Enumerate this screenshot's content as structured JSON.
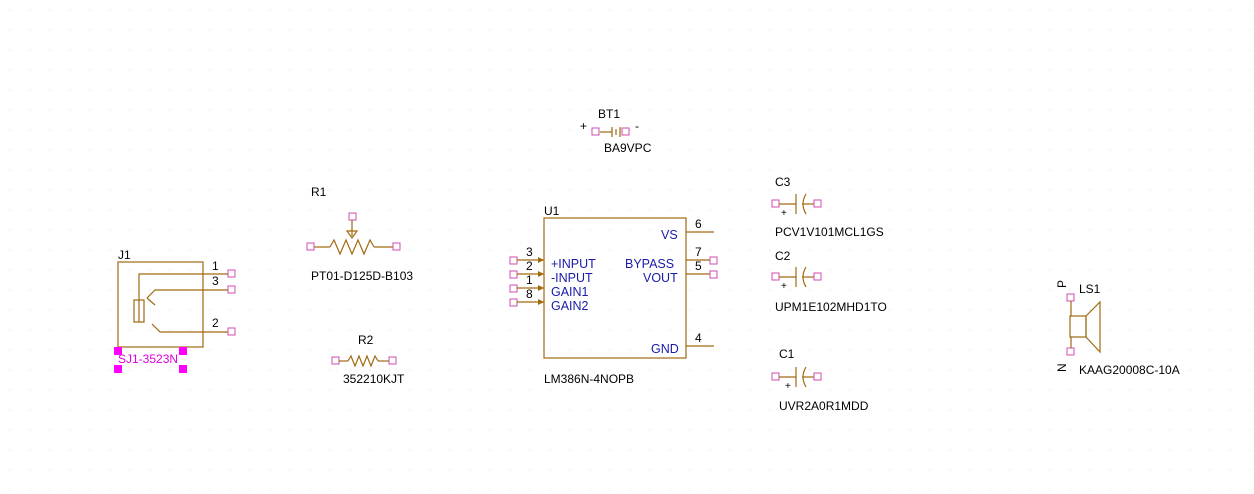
{
  "colors": {
    "symbol": "#a06a10",
    "pin_box": "#d04bb0",
    "pin_label": "#1a1aa8",
    "selection": "#ff00ff",
    "text": "#000000",
    "background": "#ffffff"
  },
  "components": {
    "bt1": {
      "ref": "BT1",
      "value": "BA9VPC",
      "plus": "+",
      "minus": "-"
    },
    "r1": {
      "ref": "R1",
      "value": "PT01-D125D-B103"
    },
    "r2": {
      "ref": "R2",
      "value": "352210KJT"
    },
    "j1": {
      "ref": "J1",
      "value": "SJ1-3523N",
      "pins": [
        "1",
        "3",
        "2"
      ]
    },
    "u1": {
      "ref": "U1",
      "value": "LM386N-4NOPB",
      "left_pins": [
        {
          "num": "3",
          "name": "+INPUT"
        },
        {
          "num": "2",
          "name": "-INPUT"
        },
        {
          "num": "1",
          "name": "GAIN1"
        },
        {
          "num": "8",
          "name": "GAIN2"
        }
      ],
      "right_pins": [
        {
          "num": "6",
          "name": "VS"
        },
        {
          "num": "7",
          "name": "BYPASS"
        },
        {
          "num": "5",
          "name": "VOUT"
        },
        {
          "num": "4",
          "name": "GND"
        }
      ]
    },
    "c3": {
      "ref": "C3",
      "value": "PCV1V101MCL1GS",
      "plus": "+"
    },
    "c2": {
      "ref": "C2",
      "value": "UPM1E102MHD1TO",
      "plus": "+"
    },
    "c1": {
      "ref": "C1",
      "value": "UVR2A0R1MDD",
      "plus": "+"
    },
    "ls1": {
      "ref": "LS1",
      "value": "KAAG20008C-10A",
      "pin_p": "P",
      "pin_n": "N"
    }
  }
}
